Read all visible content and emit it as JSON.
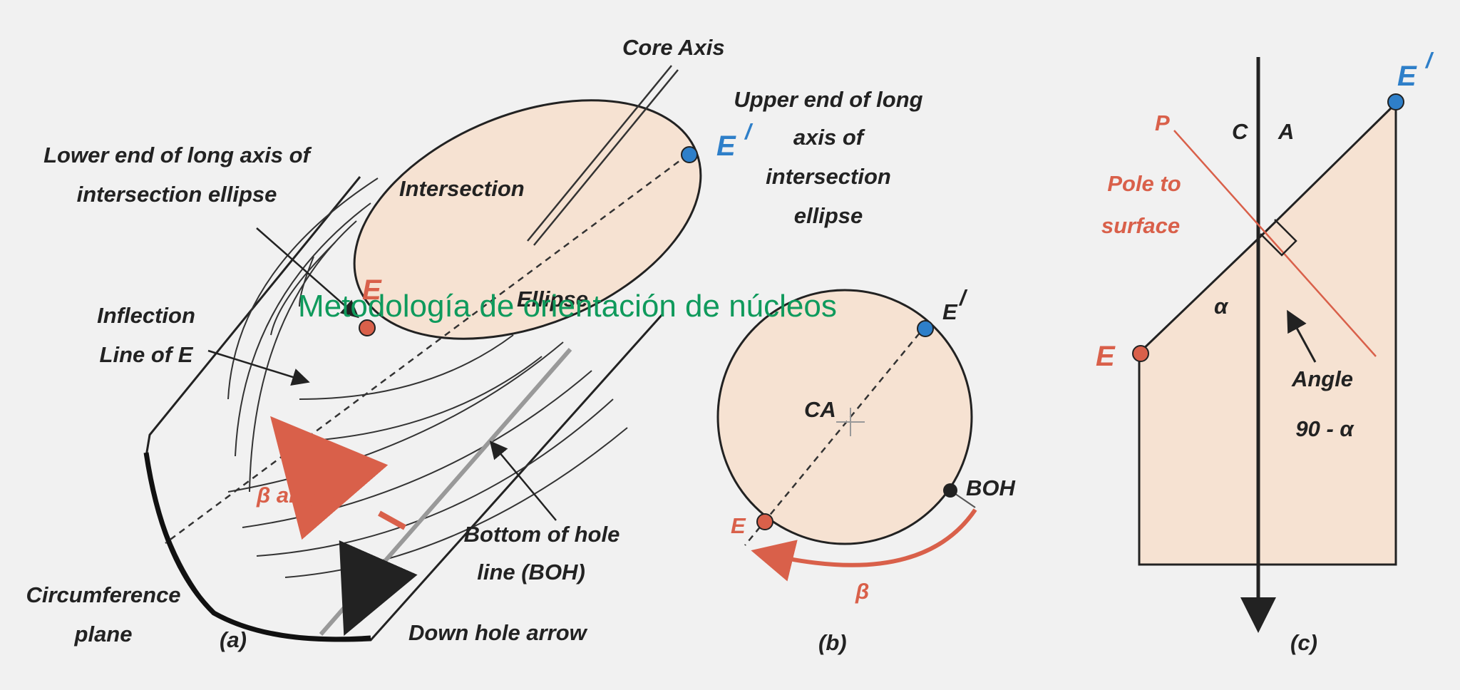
{
  "overlay_title": "Metodología de orientación de núcleos",
  "colors": {
    "fill": "#f6e2d2",
    "red": "#d9604a",
    "blue": "#2e7fc9",
    "green": "#0f9a5c",
    "ink": "#222222"
  },
  "panel_a": {
    "core_axis": "Core Axis",
    "upper_end": [
      "Upper end of long",
      "axis of",
      "intersection",
      "ellipse"
    ],
    "e_prime": "E",
    "e_prime_mark": "/",
    "lower_end": [
      "Lower end of long axis of",
      "intersection ellipse"
    ],
    "intersection": "Intersection",
    "ellipse": "Ellipse",
    "e": "E",
    "inflection": [
      "Inflection",
      "Line of E"
    ],
    "beta_angle": "β angle",
    "bottom_of_hole": [
      "Bottom of hole",
      "line (BOH)"
    ],
    "circumference": [
      "Circumference",
      "plane"
    ],
    "panel_label": "(a)",
    "down_hole_arrow": "Down hole arrow"
  },
  "panel_b": {
    "e_prime": "E",
    "e_prime_mark": "/",
    "ca": "CA",
    "boh": "BOH",
    "e": "E",
    "beta": "β",
    "panel_label": "(b)"
  },
  "panel_c": {
    "e_prime": "E",
    "e_prime_mark": "/",
    "p": "P",
    "c": "C",
    "a": "A",
    "pole": [
      "Pole to",
      "surface"
    ],
    "alpha": "α",
    "e": "E",
    "angle": [
      "Angle",
      "90 - α"
    ],
    "panel_label": "(c)"
  }
}
